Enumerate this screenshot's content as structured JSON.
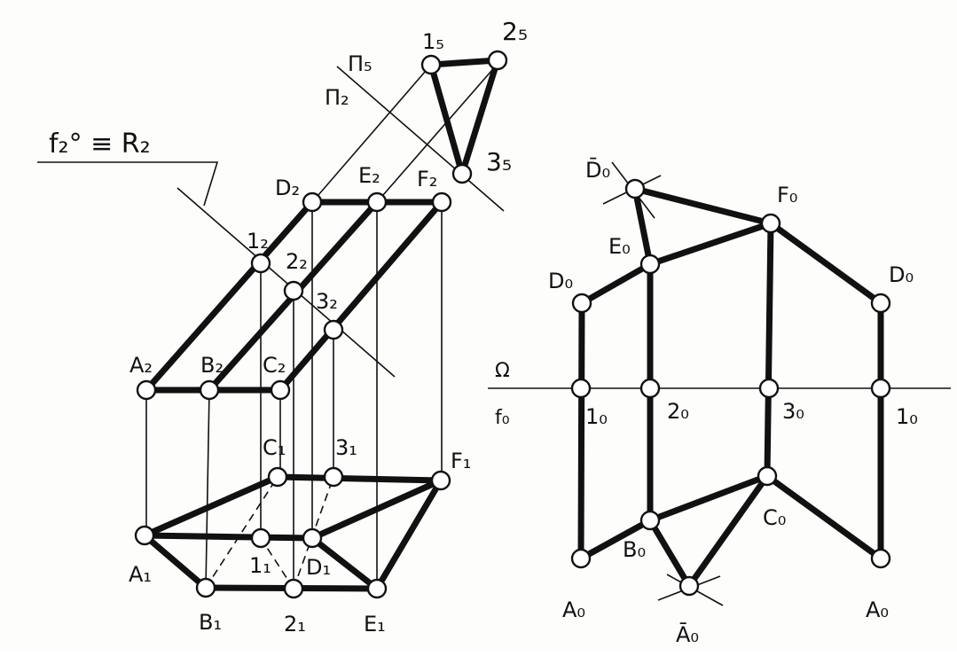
{
  "labels": {
    "f2_eq_R2": "f₂° ≡ R₂",
    "pi5": "Π₅",
    "pi2": "Π₂",
    "p_1_5": "1₅",
    "p_2_5": "2₅",
    "p_3_5": "3₅",
    "D2": "D₂",
    "E2": "E₂",
    "F2": "F₂",
    "p_1_2": "1₂",
    "p_2_2": "2₂",
    "p_3_2": "3₂",
    "A2": "A₂",
    "B2": "B₂",
    "C2": "C₂",
    "C1": "C₁",
    "p_3_1": "3₁",
    "F1": "F₁",
    "A1": "A₁",
    "p_1_1": "1₁",
    "D1": "D₁",
    "B1": "B₁",
    "p_2_1": "2₁",
    "E1": "E₁",
    "Dbar0": "D̄₀",
    "F0": "F₀",
    "E0": "E₀",
    "D0_left": "D₀",
    "D0_right": "D₀",
    "axis_top": "Ω",
    "axis_bottom": "f₀",
    "p_1_0_left": "1₀",
    "p_2_0": "2₀",
    "p_3_0": "3₀",
    "p_1_0_right": "1₀",
    "C0": "C₀",
    "B0": "B₀",
    "A0_left": "A₀",
    "A0_right": "A₀",
    "Abar0": "Ā₀"
  }
}
